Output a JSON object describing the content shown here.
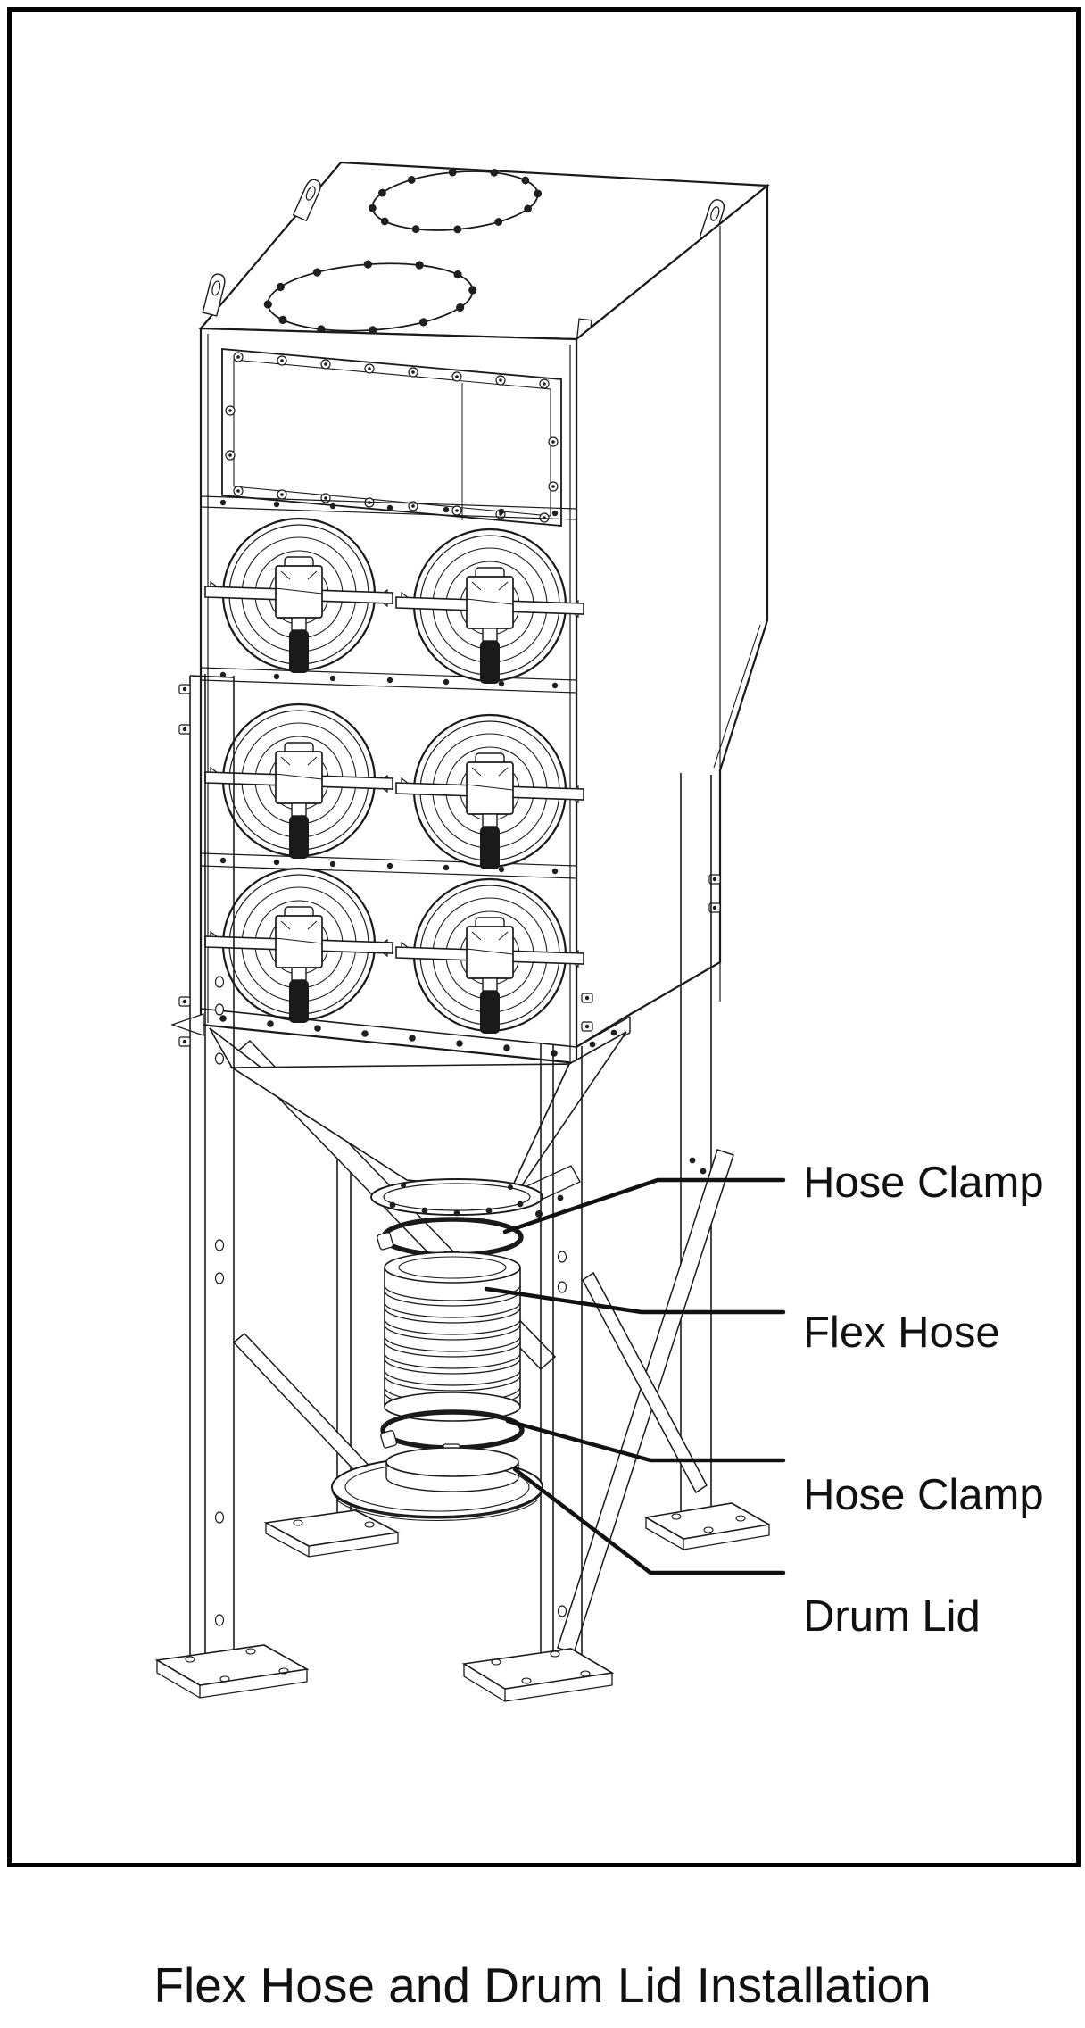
{
  "page": {
    "caption": "Flex Hose and Drum Lid Installation"
  },
  "callouts": [
    {
      "id": "hose-clamp-upper",
      "label": "Hose Clamp"
    },
    {
      "id": "flex-hose",
      "label": "Flex Hose"
    },
    {
      "id": "hose-clamp-lower",
      "label": "Hose Clamp"
    },
    {
      "id": "drum-lid",
      "label": "Drum Lid"
    }
  ],
  "drawing": {
    "subject": "cartridge dust collector with flex hose and drum lid",
    "filter_rows": 3,
    "filters_per_row": 2
  },
  "colors": {
    "ink": "#1a1a1a",
    "label_text": "#111111",
    "border": "#000000",
    "background": "#ffffff"
  }
}
